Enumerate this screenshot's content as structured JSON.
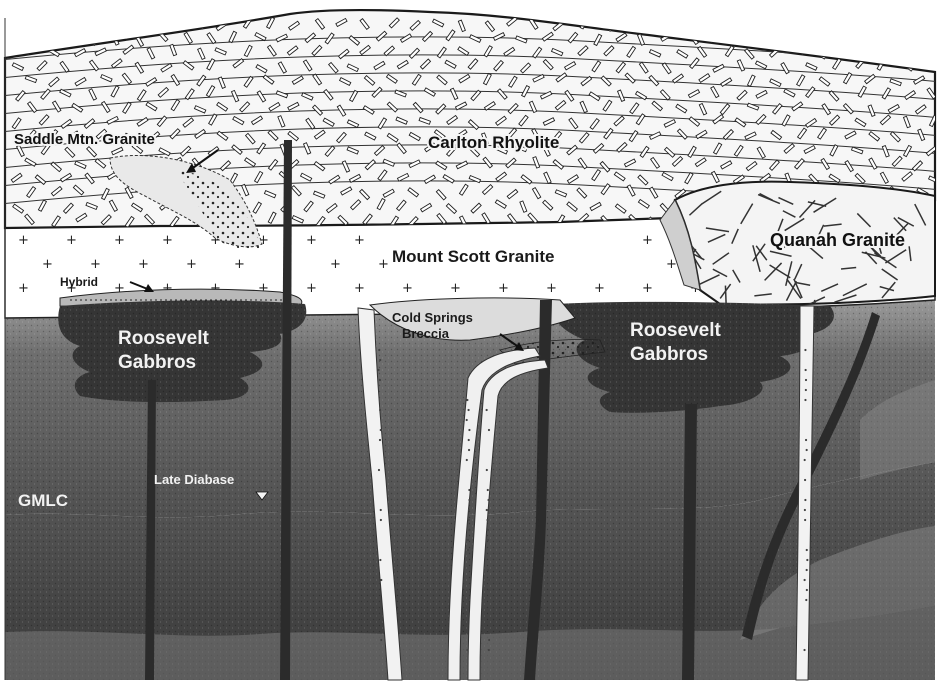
{
  "labels": {
    "saddle_mtn": "Saddle Mtn. Granite",
    "carlton": "Carlton Rhyolite",
    "mount_scott": "Mount Scott Granite",
    "quanah": "Quanah Granite",
    "hybrid": "Hybrid",
    "roosevelt_left_1": "Roosevelt",
    "roosevelt_left_2": "Gabbros",
    "roosevelt_right_1": "Roosevelt",
    "roosevelt_right_2": "Gabbros",
    "cold_springs_1": "Cold Springs",
    "cold_springs_2": "Breccia",
    "late_diabase": "Late Diabase",
    "gmlc": "GMLC"
  },
  "colors": {
    "background": "#ffffff",
    "rhyolite_fill": "#f7f7f7",
    "granite_fill": "#ffffff",
    "gabbro_dark": "#3a3a3a",
    "gmlc_upper": "#6a6a6a",
    "gmlc_lower": "#3f3f3f",
    "ink": "#1a1a1a"
  }
}
